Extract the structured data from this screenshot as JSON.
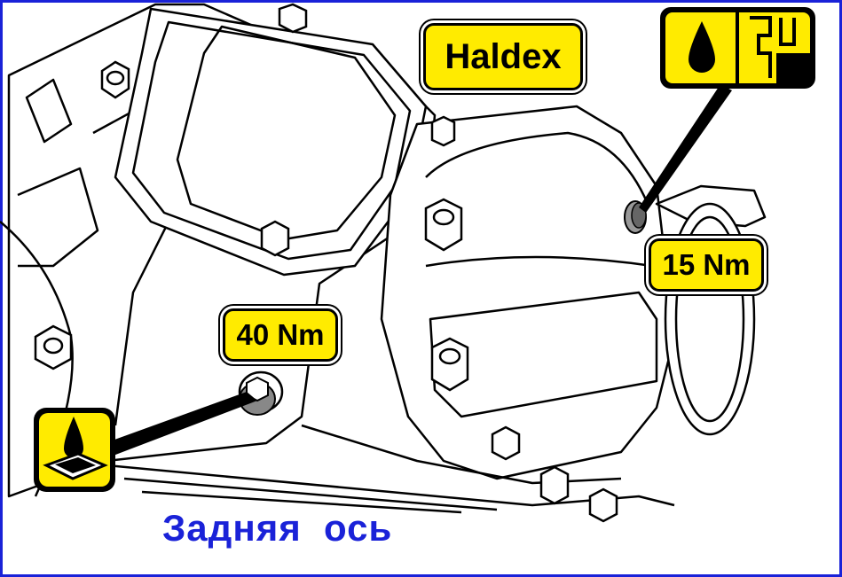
{
  "labels": {
    "brand": "Haldex",
    "torque_top": "15 Nm",
    "torque_bottom": "40 Nm"
  },
  "caption": "Задняя  ось",
  "icons": {
    "top_right": [
      "oil-drop-icon",
      "fill-level-icon"
    ],
    "bottom_left": "oil-drain-icon"
  },
  "colors": {
    "frame": "#1a22d8",
    "label_fill": "#ffeb00",
    "caption": "#1a22d8",
    "line_art": "#000000"
  }
}
